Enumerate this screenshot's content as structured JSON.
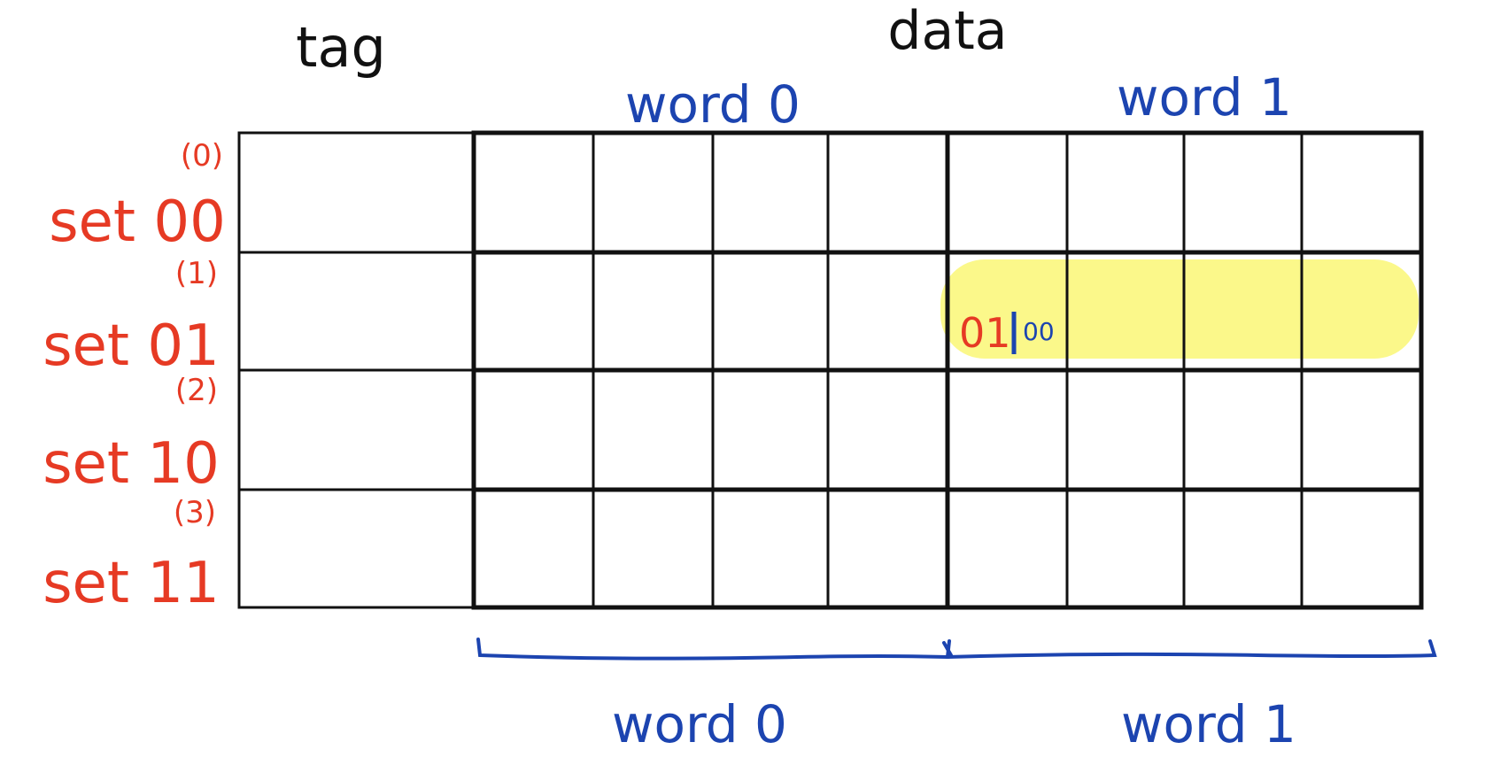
{
  "headers": {
    "tag": "tag",
    "data": "data",
    "word0_top": "word 0",
    "word1_top": "word 1",
    "word0_bottom": "word 0",
    "word1_bottom": "word 1"
  },
  "sets": [
    {
      "index_label": "(0)",
      "label": "set 00"
    },
    {
      "index_label": "(1)",
      "label": "set 01"
    },
    {
      "index_label": "(2)",
      "label": "set 10"
    },
    {
      "index_label": "(3)",
      "label": "set 11"
    }
  ],
  "highlight": {
    "row": 1,
    "text_red": "01",
    "text_blue": "00"
  },
  "colors": {
    "black": "#111111",
    "red": "#e63a24",
    "blue": "#1c44b0",
    "highlight": "#fbf88a"
  }
}
